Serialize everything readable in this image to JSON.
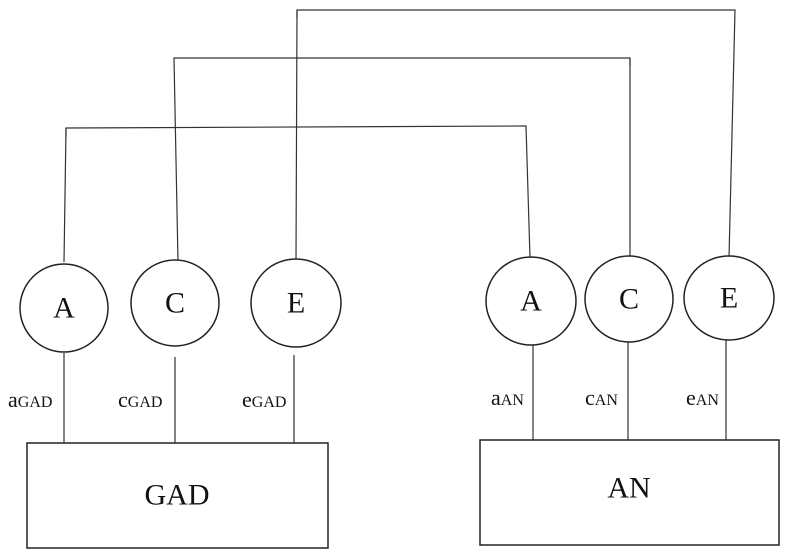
{
  "left": {
    "box_label": "GAD",
    "factors": [
      {
        "letter": "A",
        "path_main": "a",
        "path_sub": "GAD"
      },
      {
        "letter": "C",
        "path_main": "c",
        "path_sub": "GAD"
      },
      {
        "letter": "E",
        "path_main": "e",
        "path_sub": "GAD"
      }
    ]
  },
  "right": {
    "box_label": "AN",
    "factors": [
      {
        "letter": "A",
        "path_main": "a",
        "path_sub": "AN"
      },
      {
        "letter": "C",
        "path_main": "c",
        "path_sub": "AN"
      },
      {
        "letter": "E",
        "path_main": "e",
        "path_sub": "AN"
      }
    ]
  },
  "colors": {
    "line": "#333333",
    "text": "#111111",
    "background": "#ffffff"
  }
}
